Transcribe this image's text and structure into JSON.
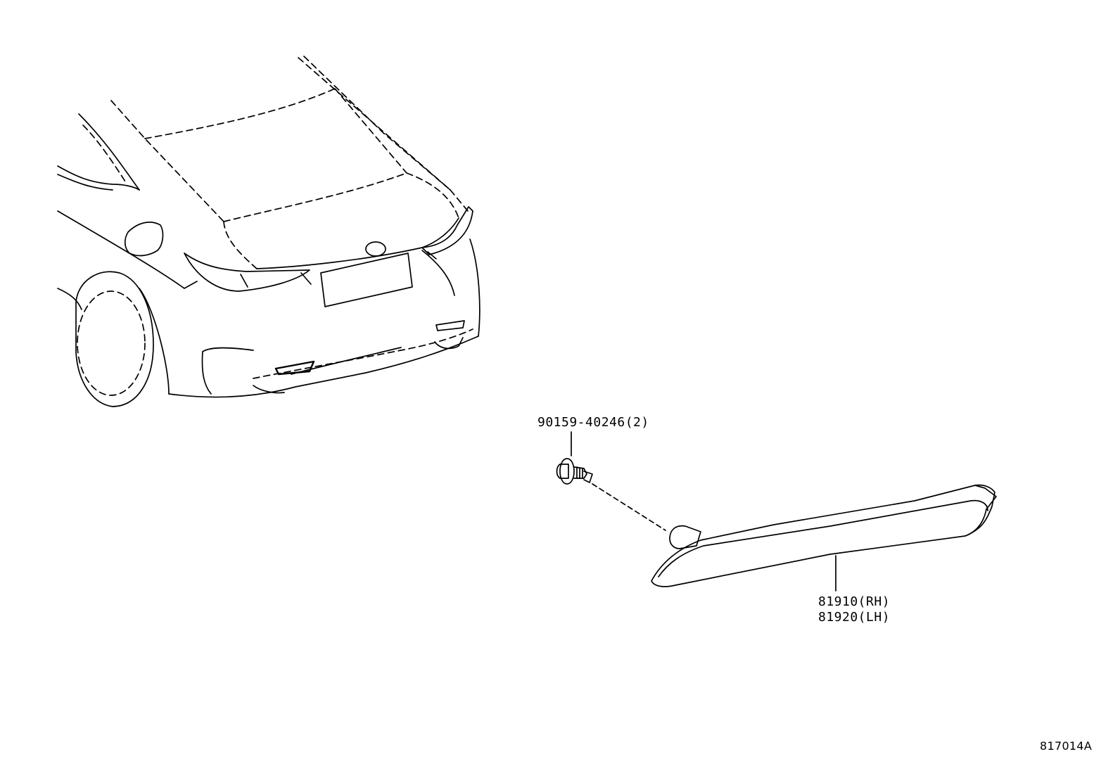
{
  "parts": {
    "bolt": {
      "part_number": "90159-40246(2)"
    },
    "reflector": {
      "rh_label": "81910(RH)",
      "lh_label": "81920(LH)"
    }
  },
  "illustration_code": "817014A",
  "colors": {
    "line": "#000000",
    "background": "#ffffff"
  }
}
